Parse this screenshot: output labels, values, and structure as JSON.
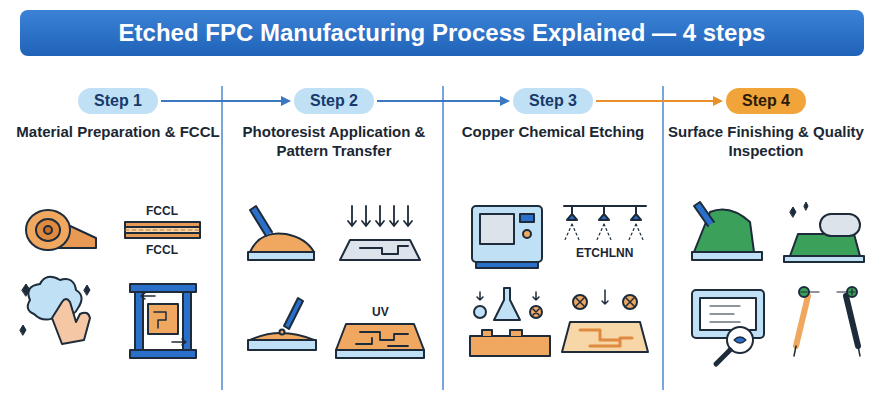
{
  "diagram": {
    "title": "Etched FPC Manufacturing Process Explained — 4 steps",
    "nodes": [
      {
        "text": [
          "Step 1",
          "Material Preparation & FCCL"
        ]
      },
      {
        "text": [
          "Step 2",
          "Photoresist Application & Pattern Transfer"
        ]
      },
      {
        "text": [
          "Step 3",
          "Copper Chemical Etching"
        ]
      },
      {
        "text": [
          "Step 4",
          "Surface Finishing & Quality Inspection"
        ]
      }
    ],
    "edges": [
      {
        "from": 0,
        "to": 1,
        "arrow": "to"
      },
      {
        "from": 1,
        "to": 2,
        "arrow": "to"
      },
      {
        "from": 2,
        "to": 3,
        "arrow": "to"
      }
    ],
    "labels": [
      "FCCL",
      "FCCL",
      "UV",
      "ETCHLNN"
    ]
  }
}
